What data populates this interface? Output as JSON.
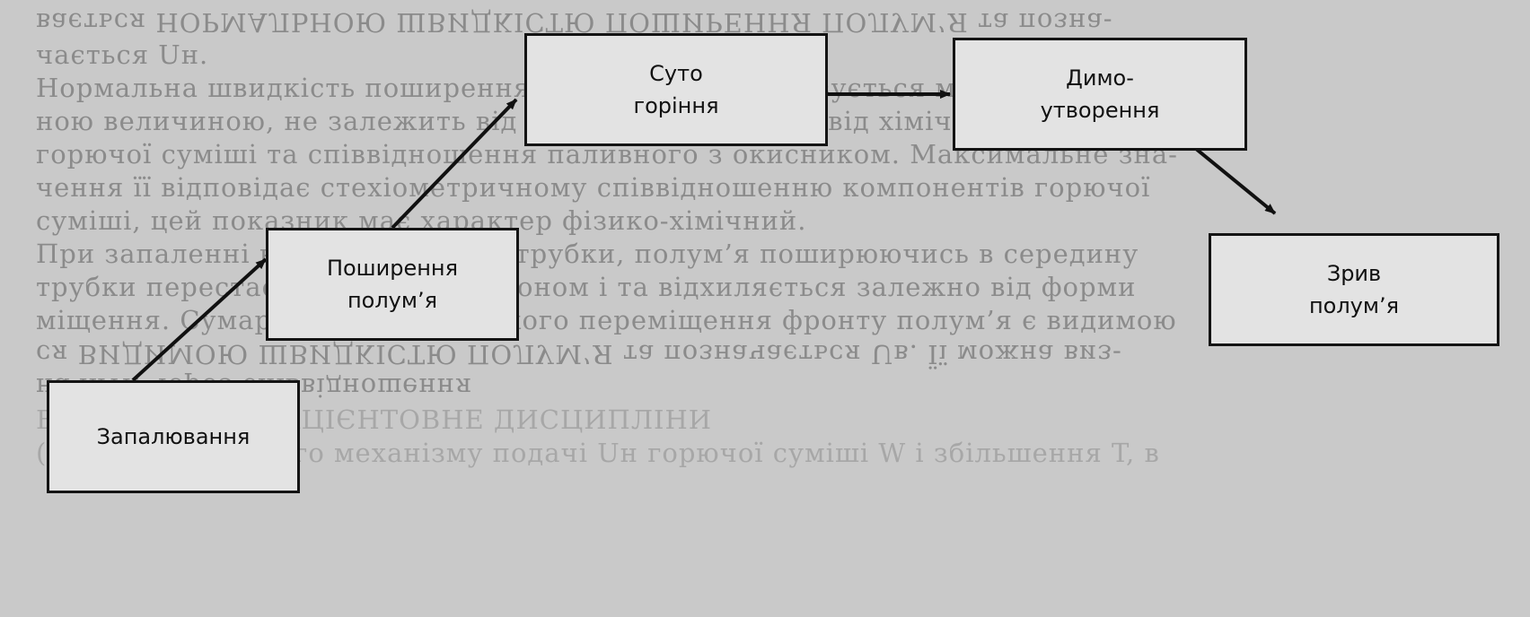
{
  "diagram": {
    "nodes": {
      "ignition": "Запалювання",
      "spread": "Поширення\nполум’я",
      "pure_burning": "Суто\nгоріння",
      "smoke": "Димо-\nутворення",
      "blowoff": "Зрив\nполум’я"
    }
  },
  "background_text": {
    "lines": [
      "вається НОРМАЛЬНОЮ ШВИДКІСТЮ ПОШИРЕННЯ ПОЛУМ’Я та позна-",
      "чається Uн.",
      "Нормальна швидкість поширення полум’я характеризується мінімаль-",
      "ною величиною, не залежить від умов, а тільки лише від хімічного складу",
      "горючої суміші та співвідношення паливного з окисником. Максимальне зна-",
      "чення її відповідає стехіометричному співвідношенню компонентів горючої",
      "суміші, цей показник має характер фізико-хімічний.",
      "При запаленні відкритого кінця трубки, полум’я поширюючись в середину",
      "трубки перестає рухатися за законом і та відхиляється залежно від форми",
      "міщення. Сумарна швидкість такого переміщення фронту полум’я є видимою",
      "ся ВИДИМОЮ ШВИДКІСТЮ ПОЛУМ’Я та позначається Uв. Її можна виз-",
      "начити через співвідношення"
    ],
    "ghost_lines": [
      "ВИДИМОЮ та ПАЦІЄНТОВНЕ ДИСЦИПЛІНИ",
      "(2.1) Суто умовного механізму подачі Uн горючої суміші W і збільшення T, в"
    ]
  }
}
